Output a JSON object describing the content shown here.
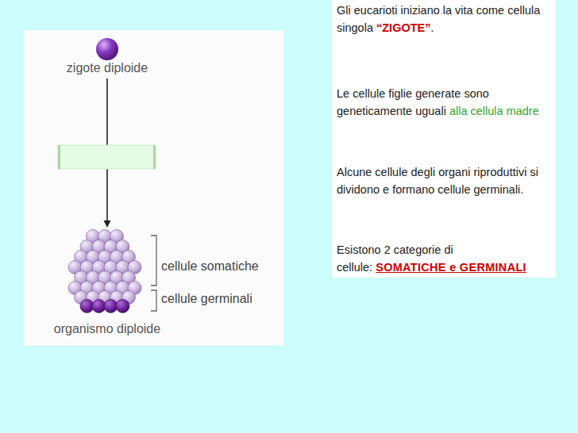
{
  "diagram": {
    "nodes": [
      {
        "text": [
          "zigote diploide"
        ]
      },
      {
        "text": [
          "organismo diploide"
        ]
      }
    ],
    "edges": [
      {
        "from": 0,
        "to": 1,
        "arrow": "to"
      }
    ],
    "labels": [
      "cellule somatiche",
      "cellule germinali",
      "Gli eucarioti iniziano la vita come cellula singola",
      "“ZIGOTE”",
      ".",
      "Le cellule figlie generate sono geneticamente uguali",
      "alla cellula madre",
      "Alcune cellule degli organi riproduttivi si dividono e formano cellule germinali.",
      "Esistono 2 categorie di cellule:",
      "SOMATICHE e GERMINALI"
    ]
  }
}
